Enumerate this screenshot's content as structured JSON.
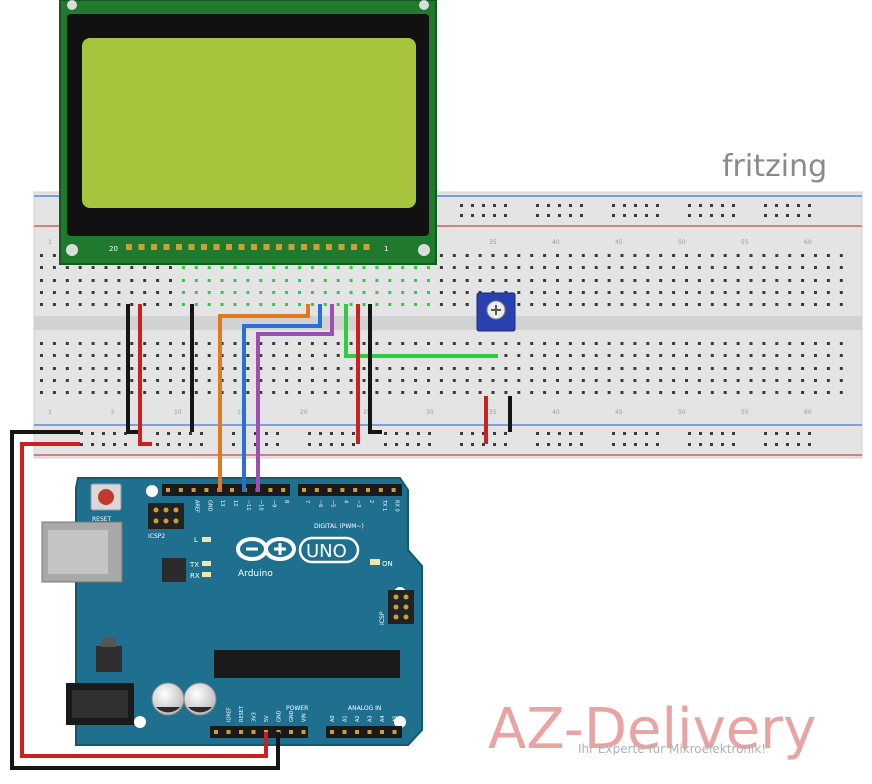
{
  "fritzing_logo": "fritzing",
  "lcd": {
    "pin_left": "20",
    "pin_right": "1"
  },
  "breadboard": {
    "column_numbers": [
      "1",
      "5",
      "10",
      "15",
      "20",
      "25",
      "30",
      "35",
      "40",
      "45",
      "50",
      "55",
      "60"
    ]
  },
  "arduino": {
    "reset_label": "RESET",
    "icsp2_label": "ICSP2",
    "icsp_label": "ICSP",
    "l_label": "L",
    "tx_label": "TX",
    "rx_label": "RX",
    "on_label": "ON",
    "brand": "Arduino",
    "model": "UNO",
    "digital_label": "DIGITAL (PWM~)",
    "power_label": "POWER",
    "analog_label": "ANALOG IN",
    "top_pins": [
      "AREF",
      "GND",
      "13",
      "12",
      "~11",
      "~10",
      "~9",
      "8",
      "7",
      "~6",
      "~5",
      "4",
      "~3",
      "2",
      "TX 1",
      "RX 0"
    ],
    "power_pins": [
      "IOREF",
      "RESET",
      "3V3",
      "5V",
      "GND",
      "GND",
      "VIN"
    ],
    "analog_pins": [
      "A0",
      "A1",
      "A2",
      "A3",
      "A4",
      "A5"
    ]
  },
  "watermark": {
    "brand": "AZ-Delivery",
    "tagline": "Ihr Experte für Mikroelektronik!"
  },
  "colors": {
    "lcd_pcb": "#1f7a2e",
    "lcd_screen": "#a6c43c",
    "board_blue": "#1f6f8f",
    "wire_orange": "#e07a1f",
    "wire_blue": "#2a6fd6",
    "wire_purple": "#9b4fb5",
    "wire_green": "#2ecc40",
    "wire_red": "#cc1f1f",
    "wire_black": "#151515",
    "logo_pink": "#e8a3a3"
  }
}
